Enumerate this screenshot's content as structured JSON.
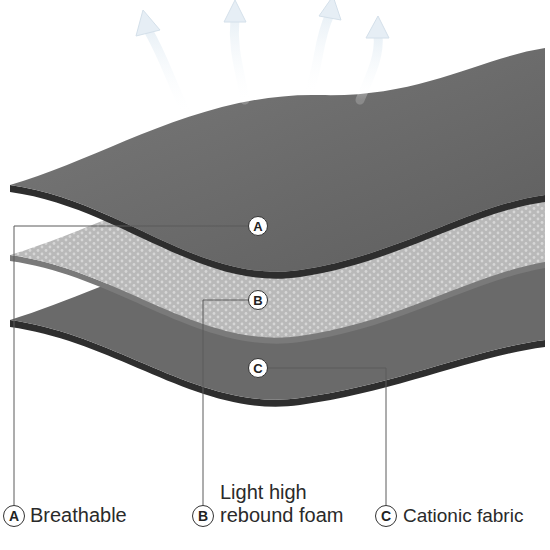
{
  "diagram": {
    "nodes": [
      {
        "text": [
          "A"
        ]
      },
      {
        "text": [
          "B"
        ]
      },
      {
        "text": [
          "C"
        ]
      },
      {
        "text": [
          "A"
        ]
      },
      {
        "text": [
          "B"
        ]
      },
      {
        "text": [
          "C"
        ]
      }
    ],
    "edges": [
      {
        "from": 0,
        "to": 3,
        "arrow": "none"
      },
      {
        "from": 1,
        "to": 4,
        "arrow": "none"
      },
      {
        "from": 2,
        "to": 5,
        "arrow": "none"
      }
    ],
    "labels": [
      "Breathable",
      "Light high rebound foam",
      "Cationic fabric"
    ]
  }
}
